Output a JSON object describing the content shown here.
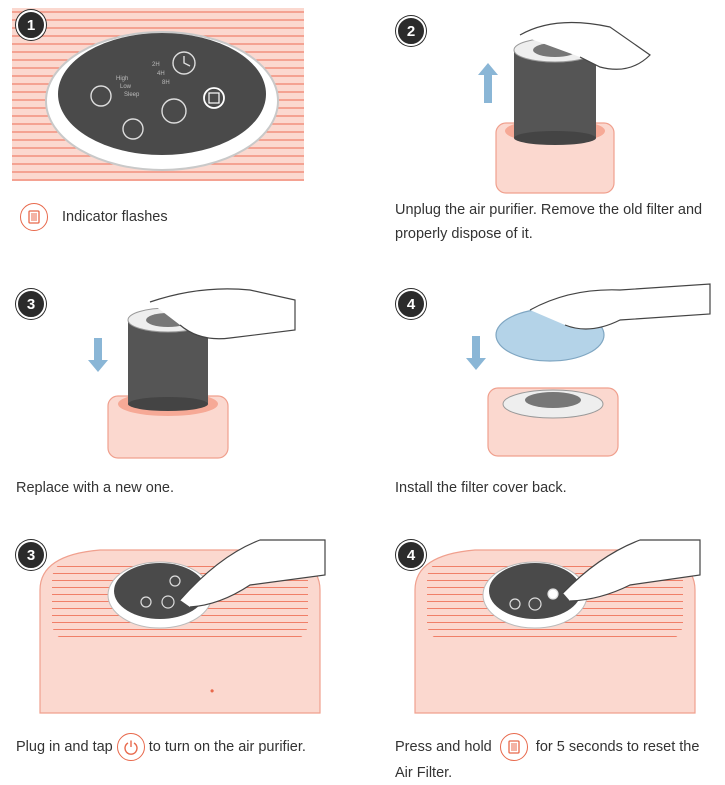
{
  "colors": {
    "accent": "#e8694c",
    "pink": "#fbd8cf",
    "stripe": "#f07f68",
    "panel": "#4a4a4a",
    "blue_cover": "#b4d3e8",
    "filter_mesh": "#555555",
    "badge": "#2b2b2b"
  },
  "steps": [
    {
      "badge": "1",
      "caption": "Indicator flashes",
      "icon": "filter-indicator-icon"
    },
    {
      "badge": "2",
      "caption": "Unplug the air purifier. Remove the old filter and properly dispose of it."
    },
    {
      "badge": "3",
      "caption": "Replace with a new one."
    },
    {
      "badge": "4",
      "caption": "Install the filter cover back."
    },
    {
      "badge": "3",
      "caption_before": "Plug in and tap",
      "caption_after": "to turn on the air purifier.",
      "icon": "power-icon"
    },
    {
      "badge": "4",
      "caption_before": "Press and hold",
      "caption_after": "for 5 seconds to reset the Air Filter.",
      "icon": "filter-indicator-icon"
    }
  ],
  "panel_labels": {
    "modes": [
      "High",
      "Low",
      "Sleep"
    ],
    "timers": [
      "2H",
      "4H",
      "8H"
    ]
  }
}
